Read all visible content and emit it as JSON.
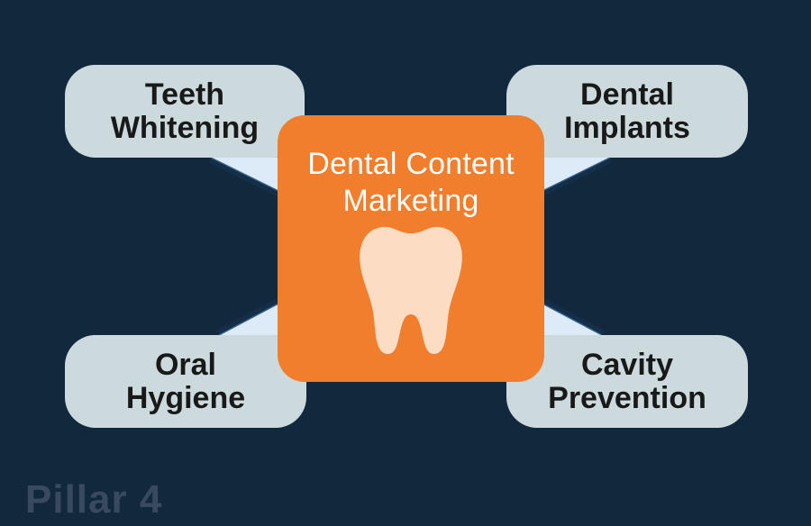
{
  "diagram": {
    "center": {
      "title_lines": [
        "Dental Content",
        "Marketing"
      ],
      "icon": "tooth"
    },
    "topics": [
      {
        "id": "teeth-whitening",
        "position": "top-left",
        "lines": [
          "Teeth",
          "Whitening"
        ]
      },
      {
        "id": "dental-implants",
        "position": "top-right",
        "lines": [
          "Dental",
          "Implants"
        ]
      },
      {
        "id": "oral-hygiene",
        "position": "bottom-left",
        "lines": [
          "Oral",
          "Hygiene"
        ]
      },
      {
        "id": "cavity-prevention",
        "position": "bottom-right",
        "lines": [
          "Cavity",
          "Prevention"
        ]
      }
    ],
    "footer": {
      "label": "Pillar 4"
    },
    "colors": {
      "background": "#12293D",
      "bubble_fill": "#CCDADD",
      "bubble_text": "#191919",
      "tail_fill": "#DDEAF7",
      "tail_edge_dark": "#152F49",
      "tail_edge_highlight": "#35618A",
      "center_fill": "#F07E2D",
      "center_text": "#FFFFFF",
      "tooth_fill": "#FCDDC3",
      "footer_text": "#394A5E"
    }
  }
}
